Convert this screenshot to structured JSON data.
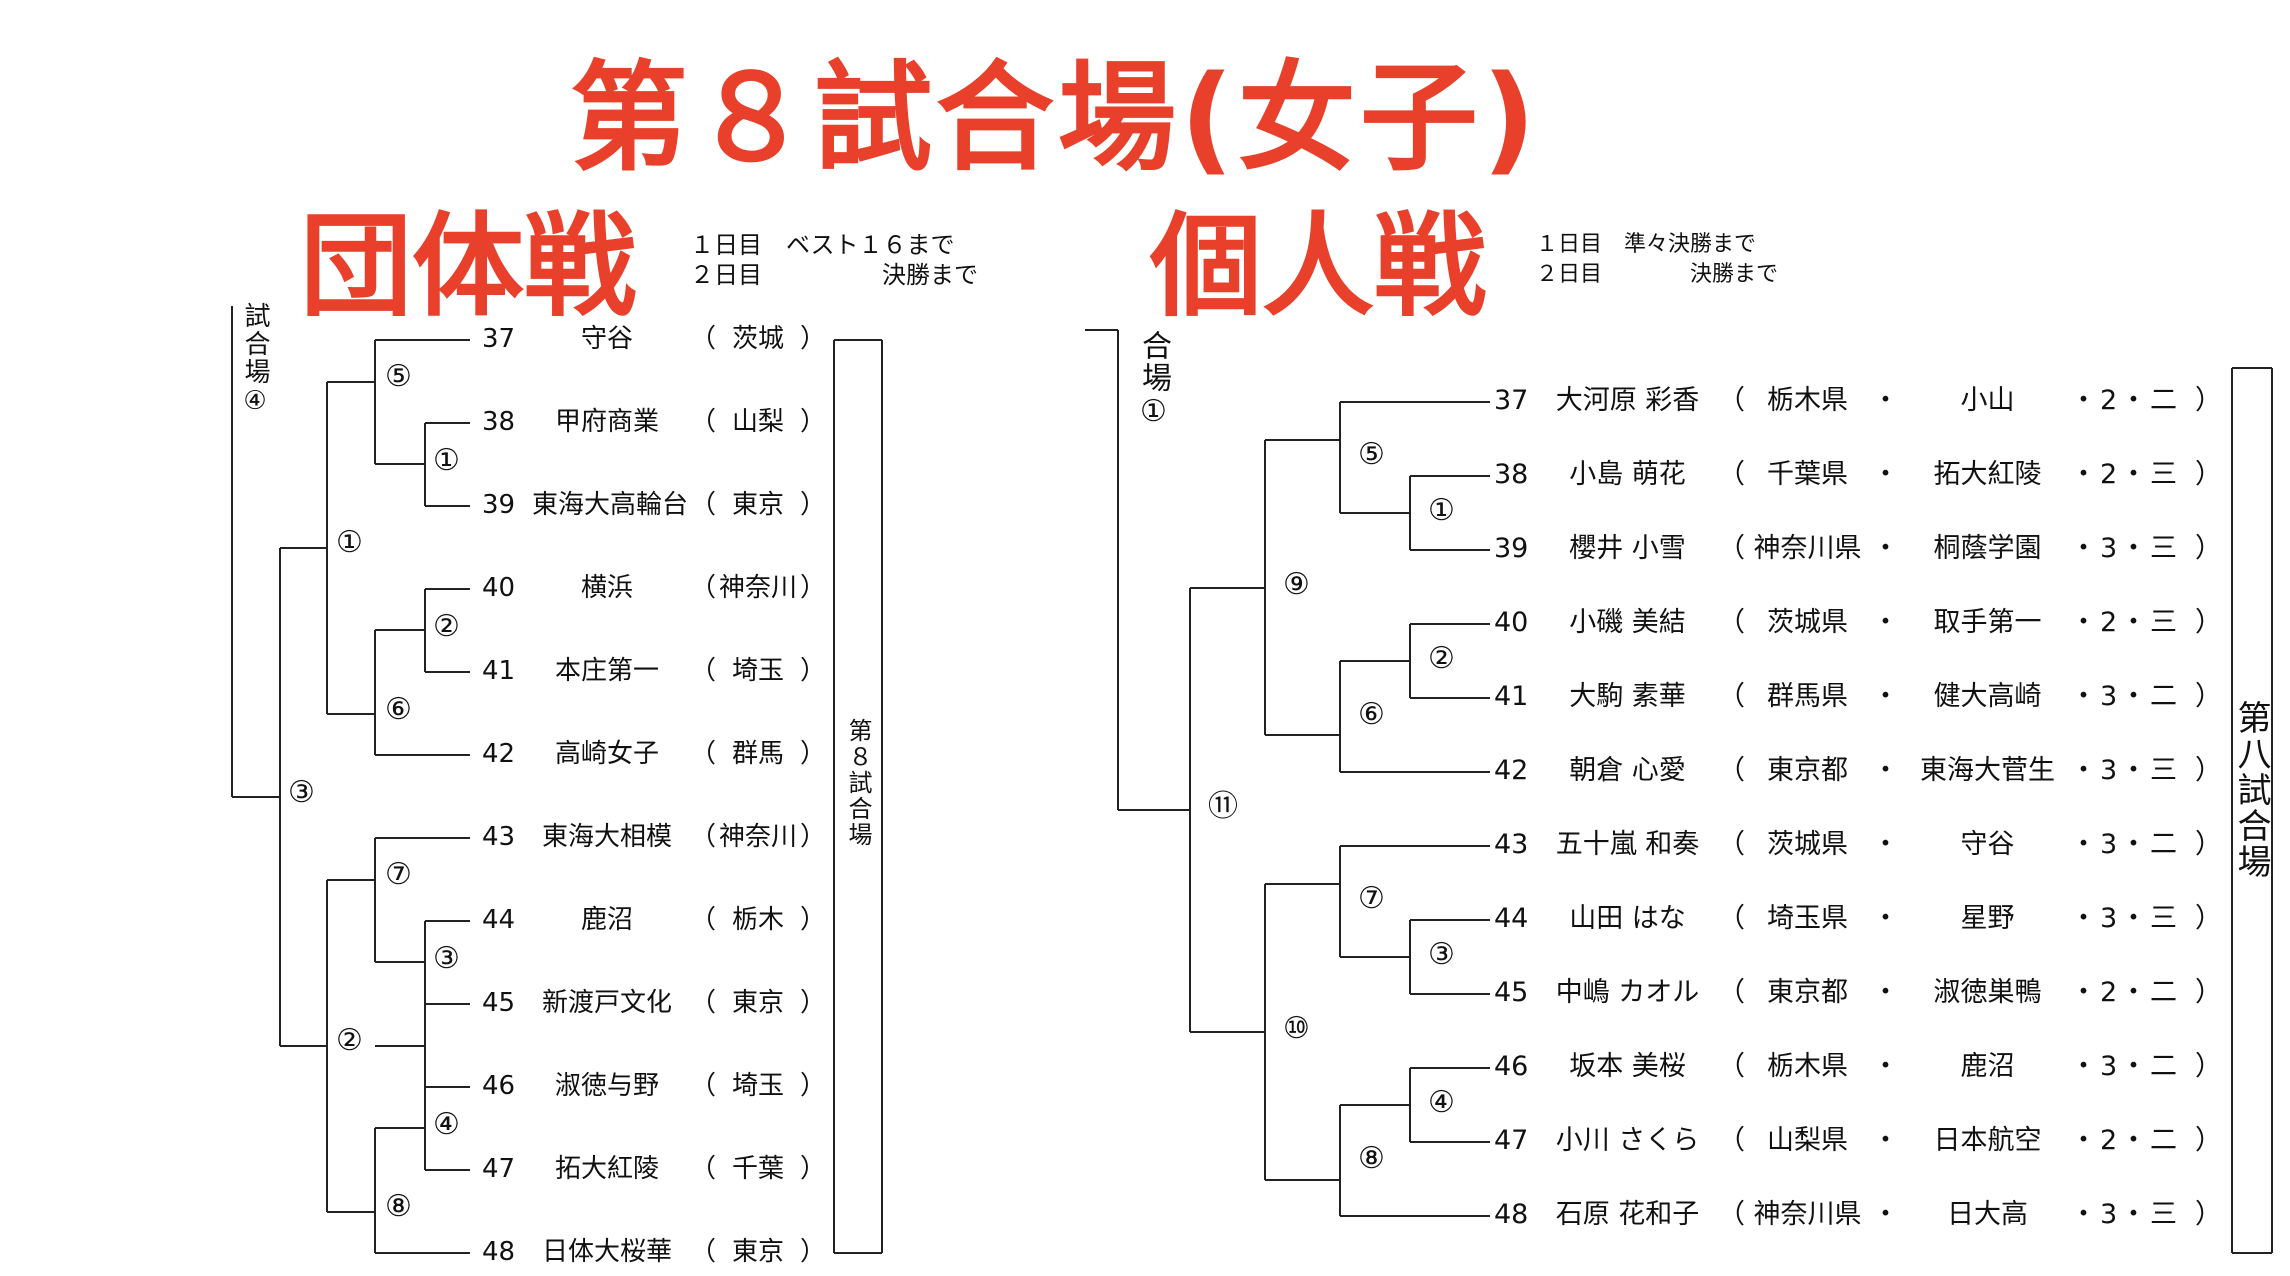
{
  "main_title": "第８試合場(女子)",
  "team": {
    "heading": "団体戦",
    "schedule": [
      "１日目　ベスト１６まで",
      "２日目　　　　　決勝まで"
    ],
    "court_label_side": "試合場④",
    "court_label_right": "第８試合場",
    "entries": [
      {
        "no": "37",
        "name": "守谷",
        "pref": "茨城"
      },
      {
        "no": "38",
        "name": "甲府商業",
        "pref": "山梨"
      },
      {
        "no": "39",
        "name": "東海大高輪台",
        "pref": "東京"
      },
      {
        "no": "40",
        "name": "横浜",
        "pref": "神奈川"
      },
      {
        "no": "41",
        "name": "本庄第一",
        "pref": "埼玉"
      },
      {
        "no": "42",
        "name": "高崎女子",
        "pref": "群馬"
      },
      {
        "no": "43",
        "name": "東海大相模",
        "pref": "神奈川"
      },
      {
        "no": "44",
        "name": "鹿沼",
        "pref": "栃木"
      },
      {
        "no": "45",
        "name": "新渡戸文化",
        "pref": "東京"
      },
      {
        "no": "46",
        "name": "淑徳与野",
        "pref": "埼玉"
      },
      {
        "no": "47",
        "name": "拓大紅陵",
        "pref": "千葉"
      },
      {
        "no": "48",
        "name": "日体大桜華",
        "pref": "東京"
      }
    ],
    "match_labels": [
      "⑤",
      "①",
      "①",
      "②",
      "⑥",
      "③",
      "⑦",
      "③",
      "②",
      "④",
      "⑧"
    ]
  },
  "individual": {
    "heading": "個人戦",
    "schedule": [
      "１日目　準々決勝まで",
      "２日目　　　　決勝まで"
    ],
    "court_label_side": "合場①",
    "court_label_right": "第八試合場",
    "entries": [
      {
        "no": "37",
        "name": "大河原 彩香",
        "pref": "栃木県",
        "school": "小山",
        "grade": "2",
        "year": "二"
      },
      {
        "no": "38",
        "name": "小島 萌花",
        "pref": "千葉県",
        "school": "拓大紅陵",
        "grade": "2",
        "year": "三"
      },
      {
        "no": "39",
        "name": "櫻井 小雪",
        "pref": "神奈川県",
        "school": "桐蔭学園",
        "grade": "3",
        "year": "三"
      },
      {
        "no": "40",
        "name": "小磯 美結",
        "pref": "茨城県",
        "school": "取手第一",
        "grade": "2",
        "year": "三"
      },
      {
        "no": "41",
        "name": "大駒 素華",
        "pref": "群馬県",
        "school": "健大高崎",
        "grade": "3",
        "year": "二"
      },
      {
        "no": "42",
        "name": "朝倉 心愛",
        "pref": "東京都",
        "school": "東海大菅生",
        "grade": "3",
        "year": "三"
      },
      {
        "no": "43",
        "name": "五十嵐 和奏",
        "pref": "茨城県",
        "school": "守谷",
        "grade": "3",
        "year": "二"
      },
      {
        "no": "44",
        "name": "山田 はな",
        "pref": "埼玉県",
        "school": "星野",
        "grade": "3",
        "year": "三"
      },
      {
        "no": "45",
        "name": "中嶋 カオル",
        "pref": "東京都",
        "school": "淑徳巣鴨",
        "grade": "2",
        "year": "二"
      },
      {
        "no": "46",
        "name": "坂本 美桜",
        "pref": "栃木県",
        "school": "鹿沼",
        "grade": "3",
        "year": "二"
      },
      {
        "no": "47",
        "name": "小川 さくら",
        "pref": "山梨県",
        "school": "日本航空",
        "grade": "2",
        "year": "二"
      },
      {
        "no": "48",
        "name": "石原 花和子",
        "pref": "神奈川県",
        "school": "日大高",
        "grade": "3",
        "year": "三"
      }
    ],
    "match_labels": [
      "⑤",
      "①",
      "⑨",
      "②",
      "⑥",
      "⑪",
      "⑦",
      "③",
      "⑩",
      "④",
      "⑧"
    ]
  },
  "punct": {
    "open": "（",
    "close": "）",
    "dot": "・"
  }
}
